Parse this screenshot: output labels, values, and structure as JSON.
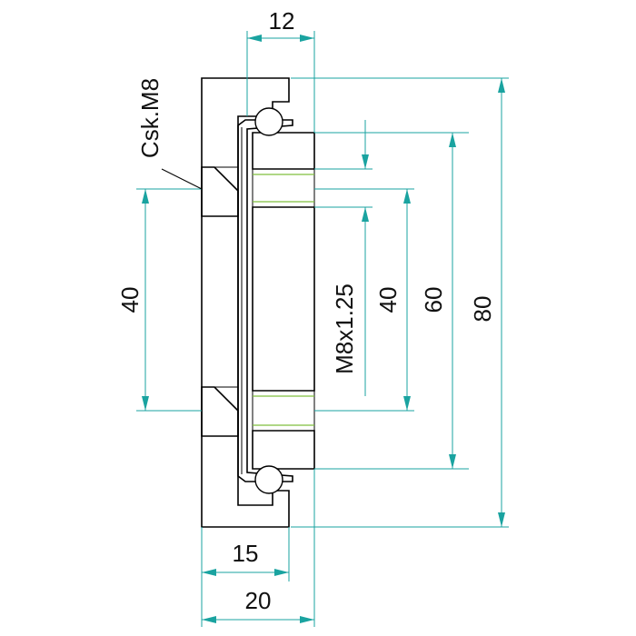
{
  "dimensions": {
    "top_width": "12",
    "bottom_inner": "15",
    "bottom_outer": "20",
    "left_pitch": "40",
    "thread": "M8x1.25",
    "right_pitch": "40",
    "right_mid": "60",
    "right_total": "80"
  },
  "callouts": {
    "countersink": "Csk.M8"
  },
  "colors": {
    "hatch": "#e8202a",
    "dimension": "#1aa3a0",
    "outline": "#000000",
    "thread_line": "#7fbf3f"
  }
}
